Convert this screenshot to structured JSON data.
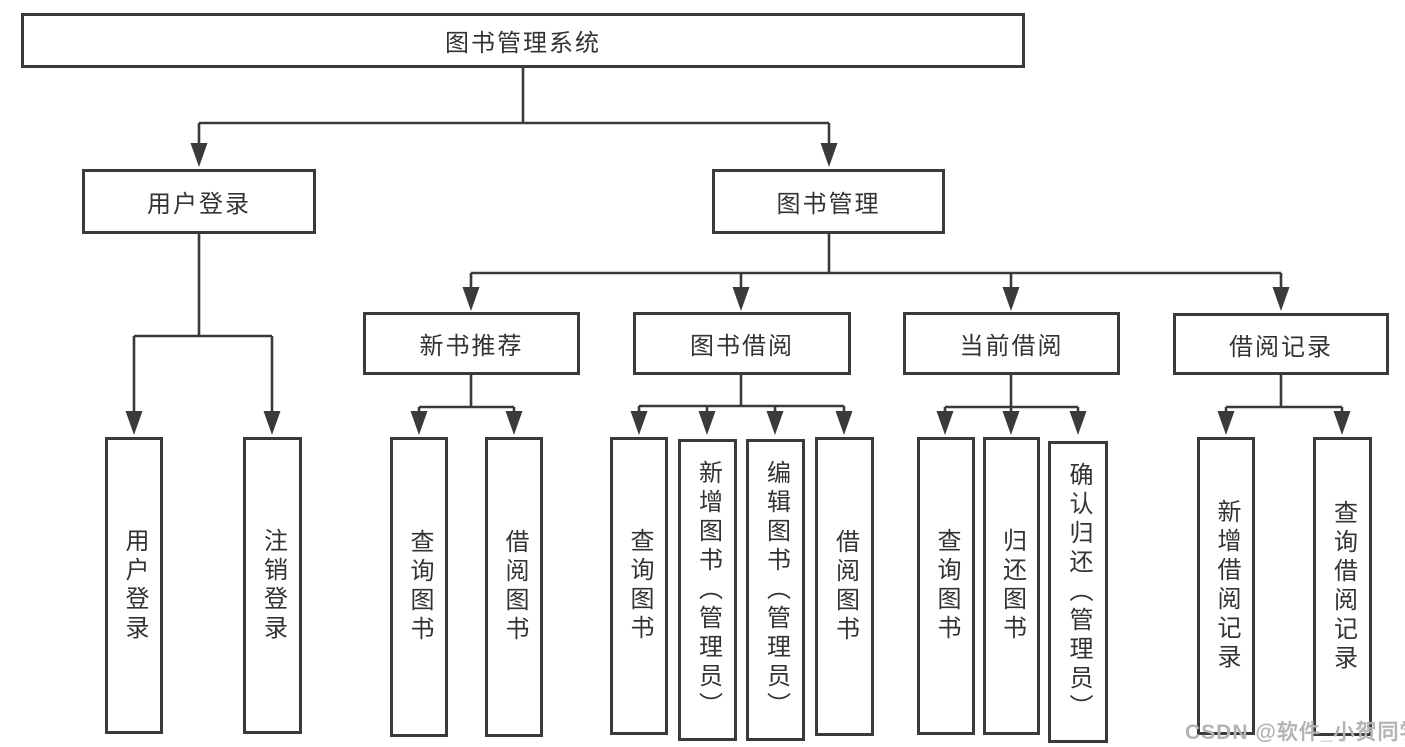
{
  "title": "图书管理系统",
  "tree": {
    "label": "图书管理系统",
    "children": [
      {
        "label": "用户登录",
        "children": [
          {
            "label": "用户登录"
          },
          {
            "label": "注销登录"
          }
        ]
      },
      {
        "label": "图书管理",
        "children": [
          {
            "label": "新书推荐",
            "children": [
              {
                "label": "查询图书"
              },
              {
                "label": "借阅图书"
              }
            ]
          },
          {
            "label": "图书借阅",
            "children": [
              {
                "label": "查询图书"
              },
              {
                "label": "新增图书（管理员）"
              },
              {
                "label": "编辑图书（管理员）"
              },
              {
                "label": "借阅图书"
              }
            ]
          },
          {
            "label": "当前借阅",
            "children": [
              {
                "label": "查询图书"
              },
              {
                "label": "归还图书"
              },
              {
                "label": "确认归还（管理员）"
              }
            ]
          },
          {
            "label": "借阅记录",
            "children": [
              {
                "label": "新增借阅记录"
              },
              {
                "label": "查询借阅记录"
              }
            ]
          }
        ]
      }
    ]
  },
  "watermark": {
    "text": "CSDN @软件_小贺同学"
  },
  "colors": {
    "line": "#3a3a3a",
    "box_border": "#3a3a3a",
    "text": "#333333",
    "watermark": "#b4b4b4",
    "background": "#ffffff"
  }
}
